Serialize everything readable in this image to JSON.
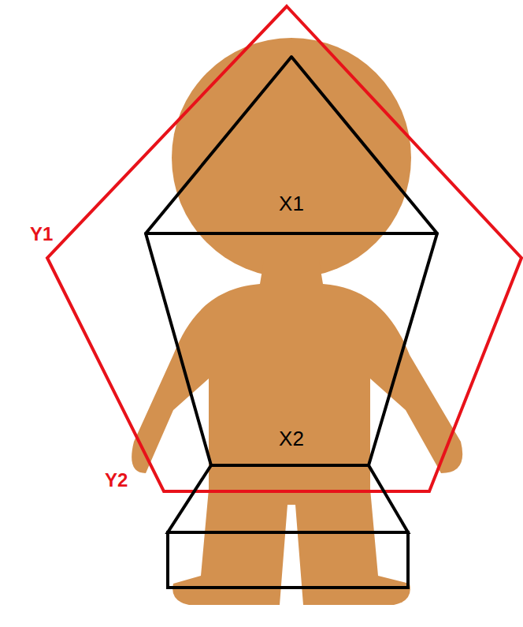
{
  "diagram": {
    "nodes": [
      {
        "text": [
          "X1"
        ]
      },
      {
        "text": [
          "X2"
        ]
      }
    ],
    "labels": [
      "Y1",
      "Y2"
    ]
  }
}
